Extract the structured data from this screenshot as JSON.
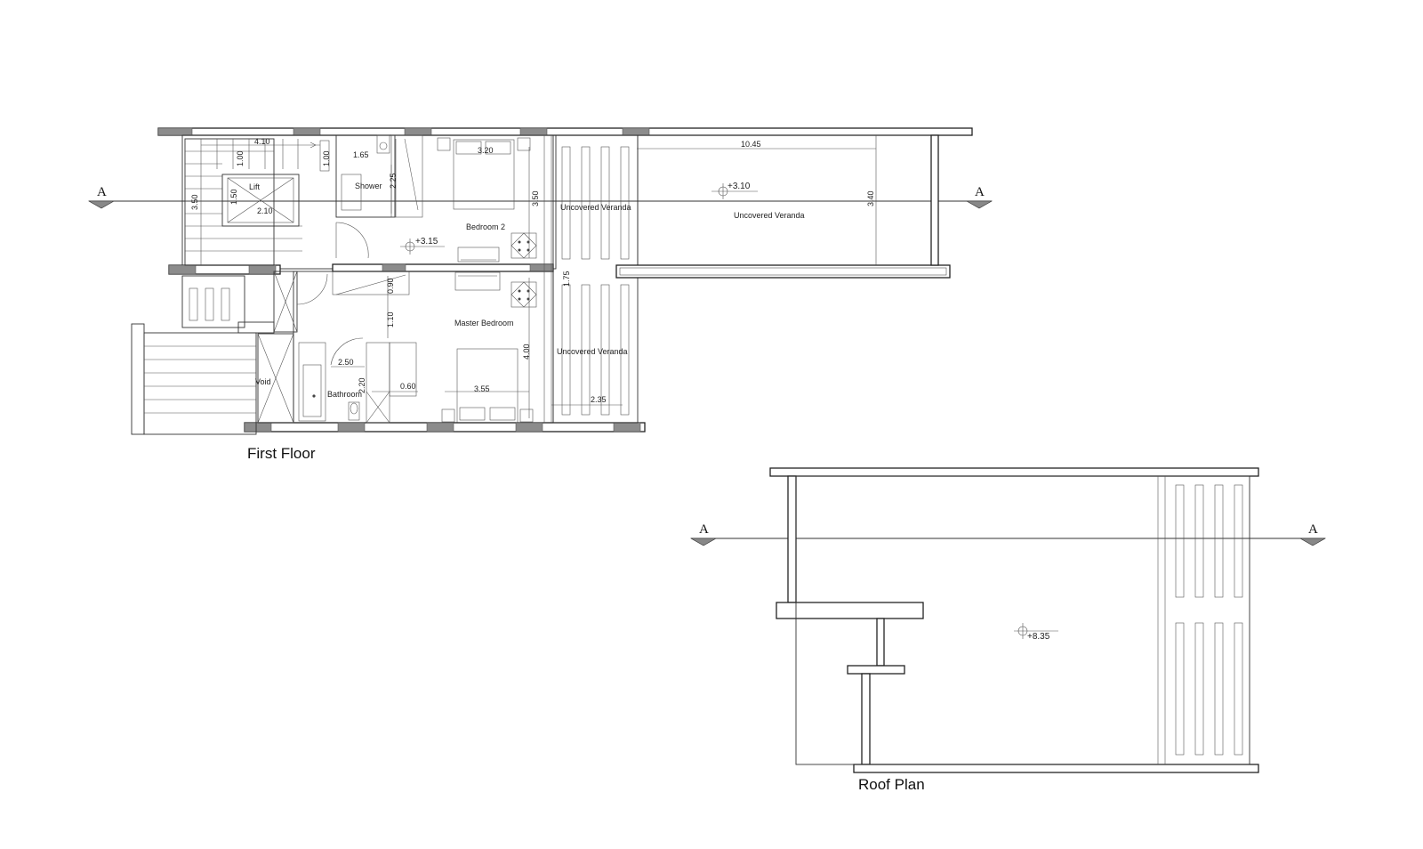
{
  "first_floor": {
    "title": "First Floor",
    "rooms": {
      "lift": "Lift",
      "shower": "Shower",
      "bedroom2": "Bedroom 2",
      "master": "Master Bedroom",
      "veranda_a": "Uncovered Veranda",
      "veranda_b": "Uncovered Veranda",
      "veranda_c": "Uncovered Veranda",
      "void": "Void",
      "bathroom": "Bathroom"
    },
    "dims": {
      "d410": "4.10",
      "d100a": "1.00",
      "d100b": "1.00",
      "d165": "1.65",
      "d225": "2.25",
      "d350a": "3.50",
      "d150": "1.50",
      "d210": "2.10",
      "d320": "3.20",
      "d350b": "3.50",
      "d1045": "10.45",
      "d340": "3.40",
      "d090": "0.90",
      "d110": "1.10",
      "d400": "4.00",
      "d175": "1.75",
      "d250": "2.50",
      "d220": "2.20",
      "d060": "0.60",
      "d355": "3.55",
      "d235": "2.35"
    },
    "levels": {
      "bed2": "+3.15",
      "veranda": "+3.10"
    }
  },
  "roof_plan": {
    "title": "Roof Plan",
    "level": "+8.35"
  },
  "section_marks": {
    "ff_left": "A",
    "ff_right": "A",
    "rp_left": "A",
    "rp_right": "A"
  }
}
